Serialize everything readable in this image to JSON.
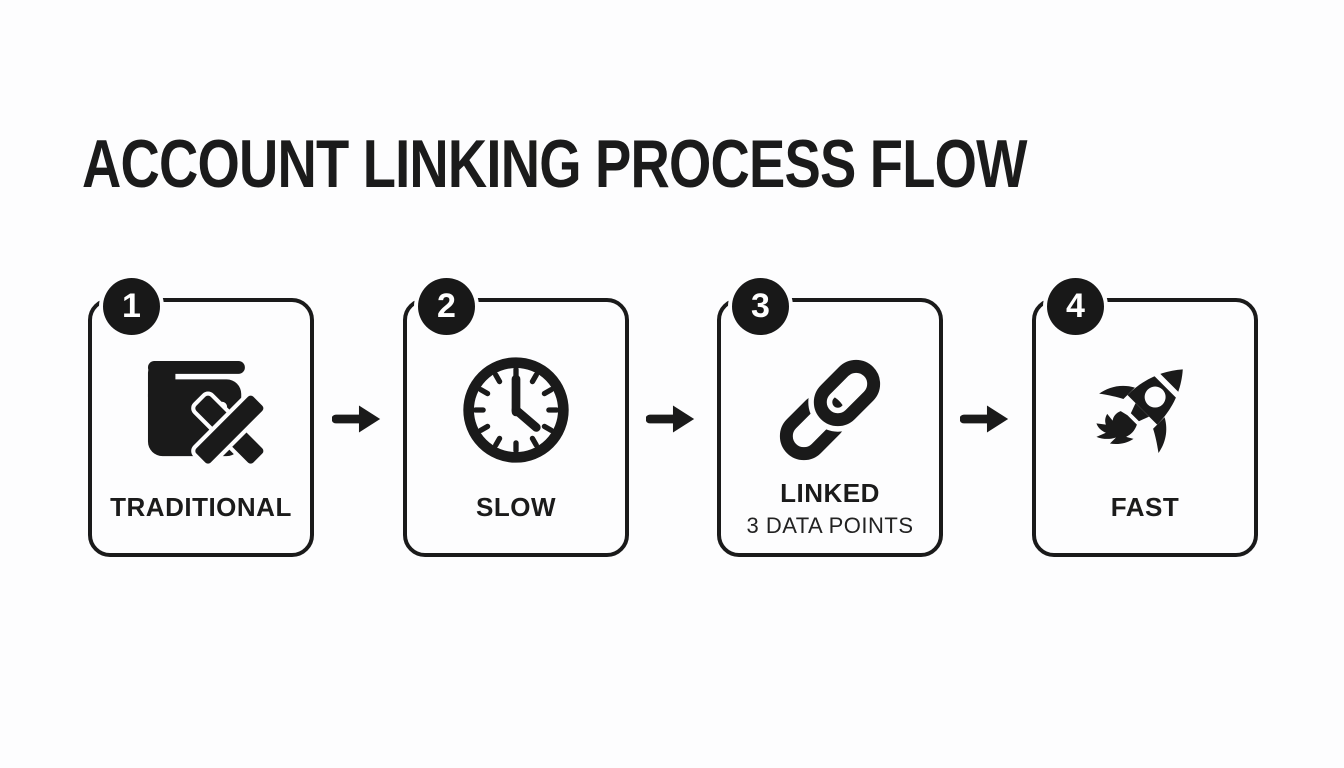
{
  "title": "ACCOUNT LINKING PROCESS FLOW",
  "colors": {
    "background": "#fdfdfe",
    "ink": "#1a1a1a",
    "badge_fill": "#181818",
    "badge_text": "#ffffff"
  },
  "flow": {
    "steps": [
      {
        "number": "1",
        "label": "TRADITIONAL",
        "icon": "wallet-crossed-icon"
      },
      {
        "number": "2",
        "label": "SLOW",
        "icon": "clock-icon"
      },
      {
        "number": "3",
        "label": "LINKED",
        "sublabel": "3 DATA POINTS",
        "icon": "chain-link-icon"
      },
      {
        "number": "4",
        "label": "FAST",
        "icon": "rocket-icon"
      }
    ],
    "connector_icon": "arrow-right-icon"
  }
}
